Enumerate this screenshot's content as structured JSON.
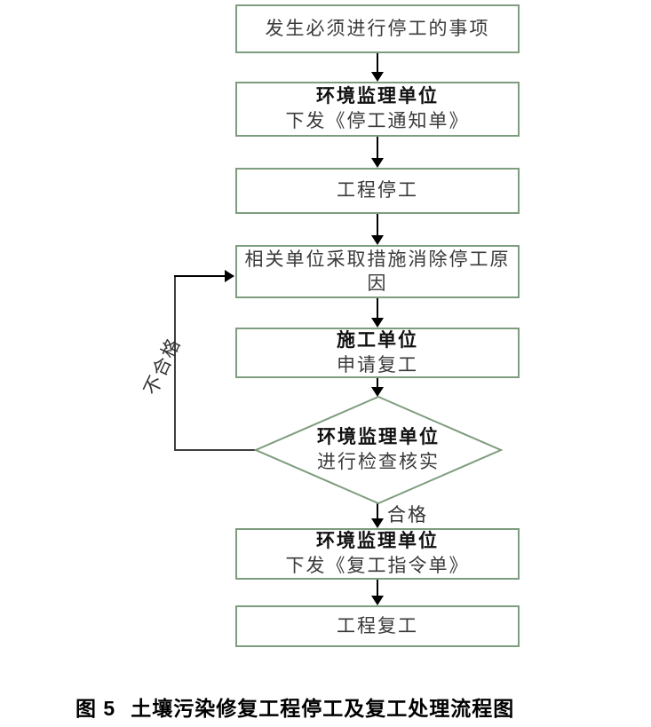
{
  "diagram": {
    "nodes": [
      {
        "id": "stop-event",
        "shape": "rect",
        "lines": [
          {
            "text": "发生必须进行停工的事项",
            "bold": false
          }
        ]
      },
      {
        "id": "issue-stop-notice",
        "shape": "rect",
        "lines": [
          {
            "text": "环境监理单位",
            "bold": true
          },
          {
            "text": "下发《停工通知单》",
            "bold": false
          }
        ]
      },
      {
        "id": "project-stop",
        "shape": "rect",
        "lines": [
          {
            "text": "工程停工",
            "bold": false
          }
        ]
      },
      {
        "id": "eliminate-causes",
        "shape": "rect",
        "lines": [
          {
            "text": "相关单位采取措施消除停工原",
            "bold": false
          },
          {
            "text": "因",
            "bold": false
          }
        ]
      },
      {
        "id": "apply-resume",
        "shape": "rect",
        "lines": [
          {
            "text": "施工单位",
            "bold": true
          },
          {
            "text": "申请复工",
            "bold": false
          }
        ]
      },
      {
        "id": "inspection-decision",
        "shape": "diamond",
        "lines": [
          {
            "text": "环境监理单位",
            "bold": true
          },
          {
            "text": "进行检查核实",
            "bold": false
          }
        ]
      },
      {
        "id": "issue-resume-order",
        "shape": "rect",
        "lines": [
          {
            "text": "环境监理单位",
            "bold": true
          },
          {
            "text": "下发《复工指令单》",
            "bold": false
          }
        ]
      },
      {
        "id": "project-resume",
        "shape": "rect",
        "lines": [
          {
            "text": "工程复工",
            "bold": false
          }
        ]
      }
    ],
    "edge_labels": {
      "pass": "合格",
      "fail": "不合格"
    },
    "caption": {
      "prefix": "图 5",
      "title": "土壤污染修复工程停工及复工处理流程图"
    },
    "colors": {
      "node_border": "#7e9d7e",
      "arrow": "#000000",
      "feedback_line": "#404040",
      "text": "#3a3a3a"
    }
  }
}
